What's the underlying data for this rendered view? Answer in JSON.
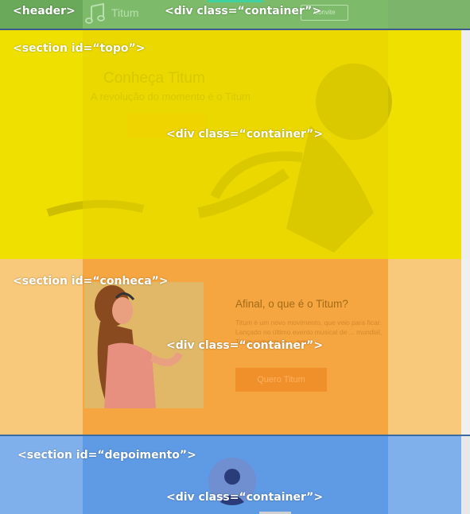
{
  "header": {
    "label": "<header>",
    "container_label": "<div class=“container”>",
    "logo_text": "Titum",
    "button_label": "Convite"
  },
  "topo": {
    "label": "<section id=“topo”>",
    "container_label": "<div class=“container”>",
    "title": "Conheça Titum",
    "subtitle": "A revolução do momento é o Titum"
  },
  "conheca": {
    "label": "<section id=“conheca”>",
    "container_label": "<div class=“container”>",
    "heading": "Afinal, o que é o Titum?",
    "text": "Titum é um novo movimento, que veio para ficar. Lançado no último evento musical de ... mundial, Titum começou a ... app.",
    "button_label": "Quero Titum"
  },
  "depoimento": {
    "label": "<section id=“depoimento”>",
    "container_label": "<div class=“container”>"
  },
  "colors": {
    "header": "#6aa85a",
    "topo": "#f0e000",
    "conheca": "#f8c97a",
    "conheca_container": "#f6a640",
    "depoimento": "#80b0ec",
    "depoimento_container": "#5f9ae4"
  }
}
